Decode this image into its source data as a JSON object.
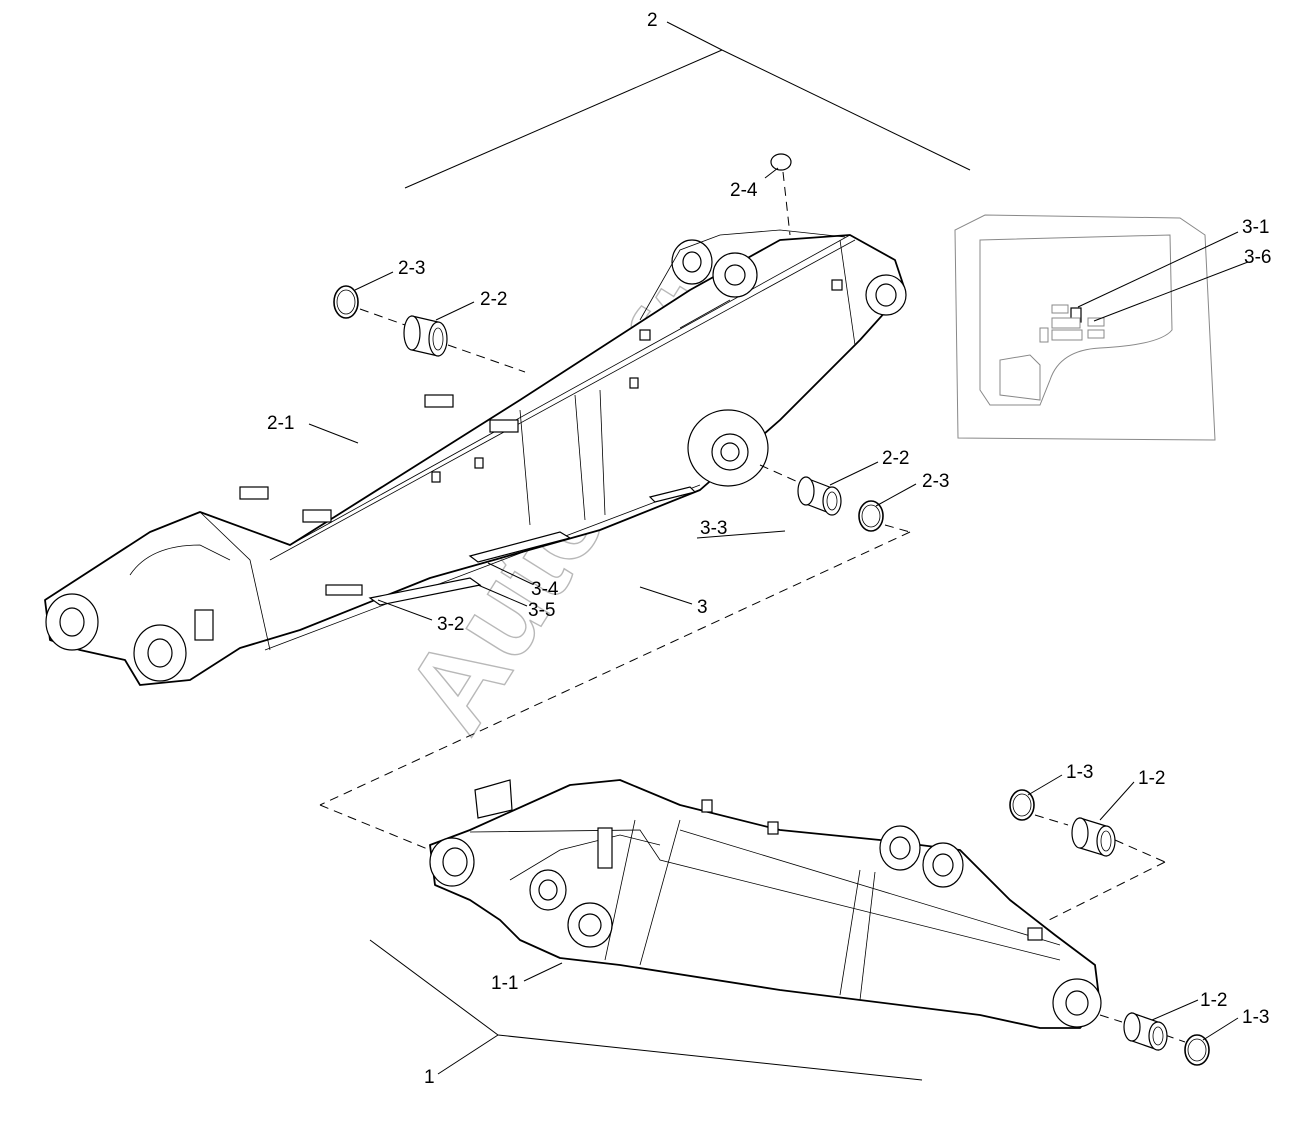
{
  "watermark": "AutoSoft",
  "callouts": {
    "assembly_2": "2",
    "stopper_2_4": "2-4",
    "ring_2_3_left": "2-3",
    "bush_2_2_left": "2-2",
    "arm_2_1": "2-1",
    "bush_2_2_right": "2-2",
    "ring_2_3_right": "2-3",
    "plate_3_3": "3-3",
    "plate_3_4": "3-4",
    "plate_3_5": "3-5",
    "plate_3_2": "3-2",
    "assembly_3": "3",
    "decal_3_1": "3-1",
    "decal_3_6": "3-6",
    "ring_1_3_top": "1-3",
    "bush_1_2_top": "1-2",
    "boom_1_1": "1-1",
    "bush_1_2_bottom": "1-2",
    "ring_1_3_bottom": "1-3",
    "assembly_1": "1"
  }
}
